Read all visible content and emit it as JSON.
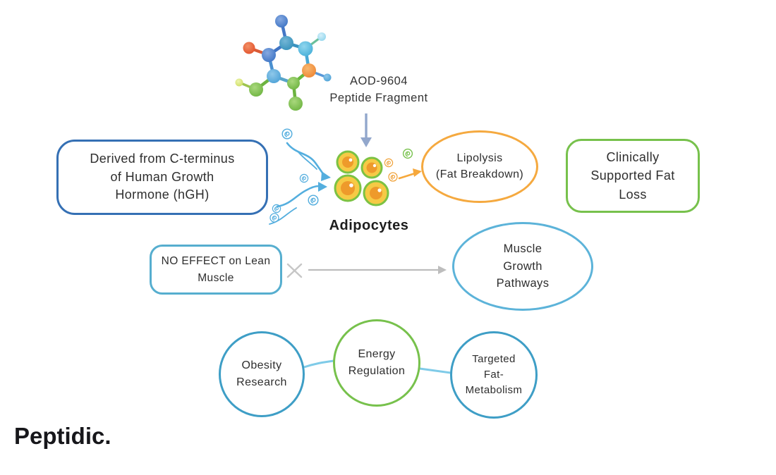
{
  "background": "#ffffff",
  "molecule_label": {
    "lines": [
      "AOD-9604",
      "Peptide Fragment"
    ]
  },
  "nodes": {
    "derived": {
      "lines": [
        "Derived from C-terminus",
        "of Human Growth",
        "Hormone (hGH)"
      ]
    },
    "lipolysis": {
      "lines": [
        "Lipolysis",
        "(Fat Breakdown)"
      ]
    },
    "clinical": {
      "lines": [
        "Clinically",
        "Supported Fat",
        "Loss"
      ]
    },
    "no_effect": {
      "lines": [
        "NO EFFECT on Lean",
        "Muscle"
      ]
    },
    "muscle": {
      "lines": [
        "Muscle",
        "Growth",
        "Pathways"
      ]
    },
    "obesity": {
      "lines": [
        "Obesity",
        "Research"
      ]
    },
    "energy": {
      "lines": [
        "Energy",
        "Regulation"
      ]
    },
    "targeted": {
      "lines": [
        "Targeted",
        "Fat-",
        "Metabolism"
      ]
    }
  },
  "adipocytes_label": "Adipocytes",
  "logo": "Peptidic.",
  "icons": {
    "peptide_swirl_icon": "small circle containing a spiral curl (peptide molecule marker)",
    "x_icon": "grey multiplication cross marking blocked pathway",
    "down_arrow_icon": "grey-blue arrow from peptide label to adipocytes",
    "flow_arrow_icons": "wavy blue arrows into adipocytes, orange arrow to lipolysis, grey blocked arrow to muscle pathways"
  },
  "colors": {
    "derived_box_border": "#3570b4",
    "no_effect_box_border": "#56aecf",
    "muscle_ellipse_border": "#5cb3d9",
    "research_circle_border": "#3e9ec6",
    "green_accent": "#77c14c",
    "orange_accent": "#f5a93f",
    "flow_arrow_blue": "#54aede",
    "down_arrow": "#92a7cc",
    "blocked_grey": "#bdbdbd",
    "text": "#2e2e2e",
    "logo_text": "#17171b",
    "cell_fill": "#f6ca45",
    "cell_border": "#7cc243",
    "cell_nucleus": "#ee9a2b"
  }
}
